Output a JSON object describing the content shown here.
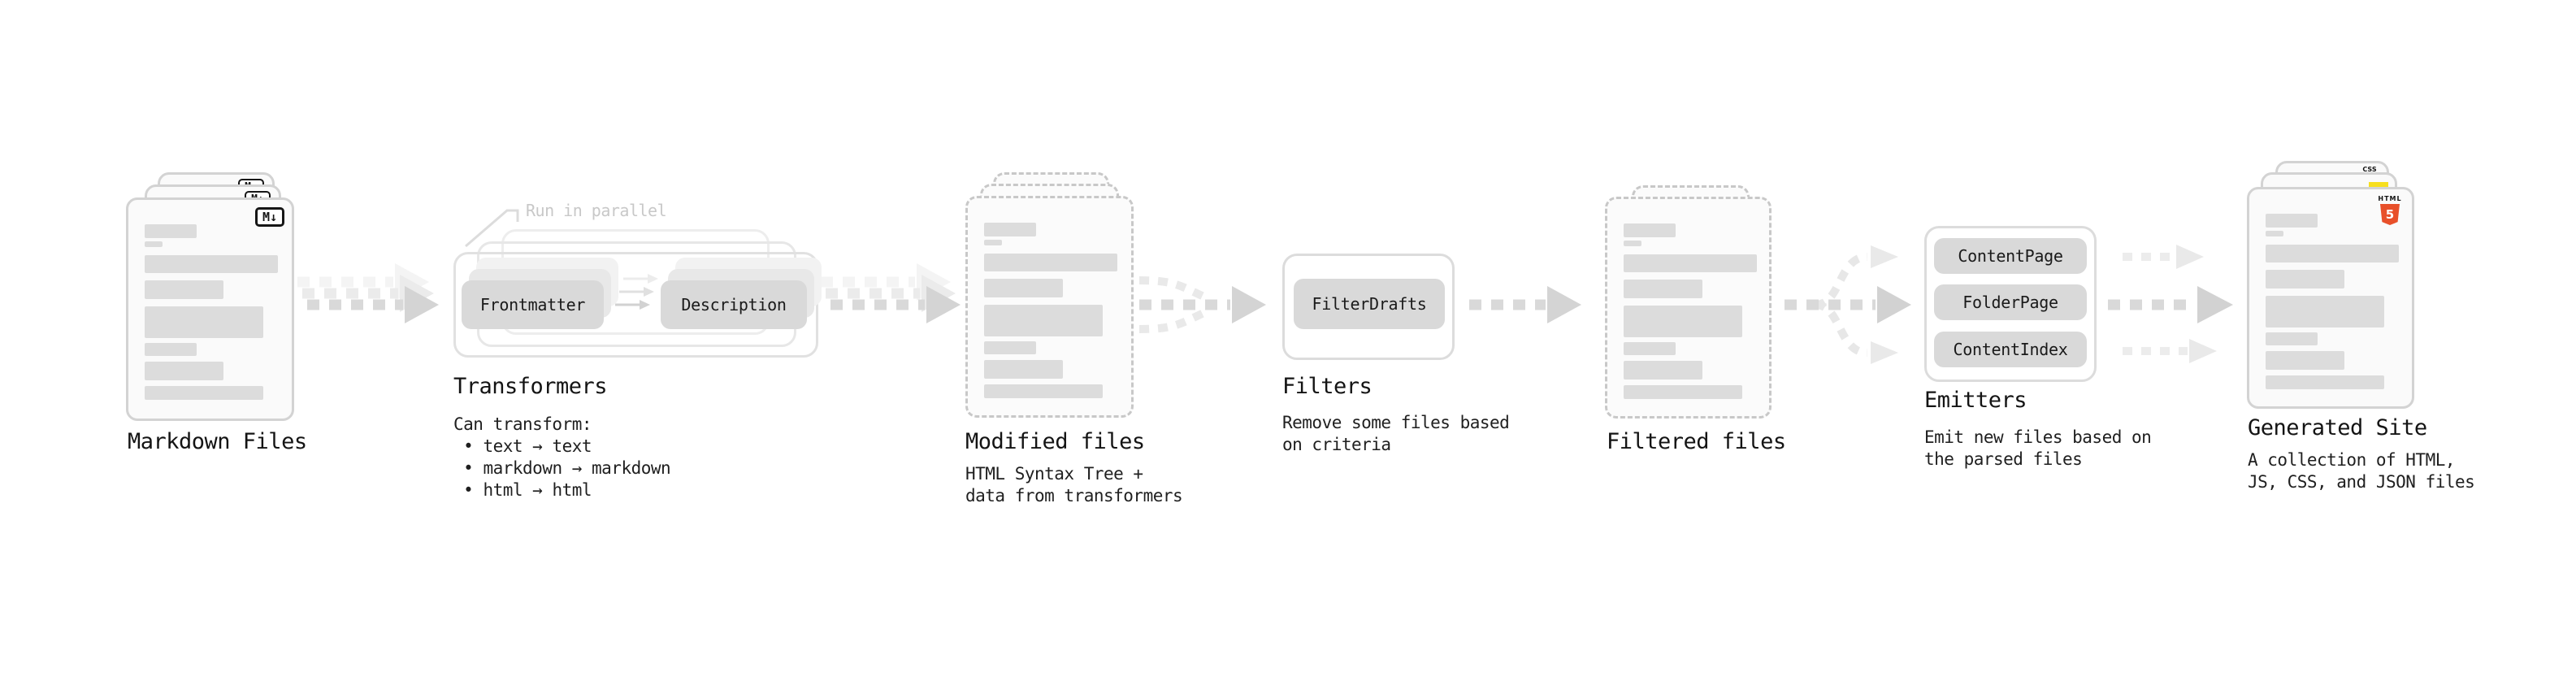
{
  "diagram": {
    "stages": {
      "markdown_files": {
        "label": "Markdown Files"
      },
      "transformers": {
        "label": "Transformers",
        "annotation": "Run in parallel",
        "pills": {
          "frontmatter": "Frontmatter",
          "description_pill": "Description"
        },
        "description": "Can transform:\n • text → text\n • markdown → markdown\n • html → html"
      },
      "modified_files": {
        "label": "Modified files",
        "description": "HTML Syntax Tree +\ndata from transformers"
      },
      "filters": {
        "label": "Filters",
        "pills": {
          "filter_drafts": "FilterDrafts"
        },
        "description": "Remove some files based\non criteria"
      },
      "filtered_files": {
        "label": "Filtered files"
      },
      "emitters": {
        "label": "Emitters",
        "pills": {
          "content_page": "ContentPage",
          "folder_page": "FolderPage",
          "content_index": "ContentIndex"
        },
        "description": "Emit new files based on\nthe parsed files"
      },
      "generated_site": {
        "label": "Generated Site",
        "description": "A collection of HTML,\nJS, CSS, and JSON files"
      }
    },
    "icons": {
      "markdown_badge": "M↓",
      "html5_badge_label": "HTML",
      "html5_badge_number": "5",
      "css_badge_label": "CSS"
    },
    "colors": {
      "html5_orange": "#e8502a",
      "js_yellow": "#f7df1e",
      "css_blue": "#2965f1",
      "arrow_gray": "#d9d9d9",
      "pill_gray": "#d9d9d9"
    }
  }
}
